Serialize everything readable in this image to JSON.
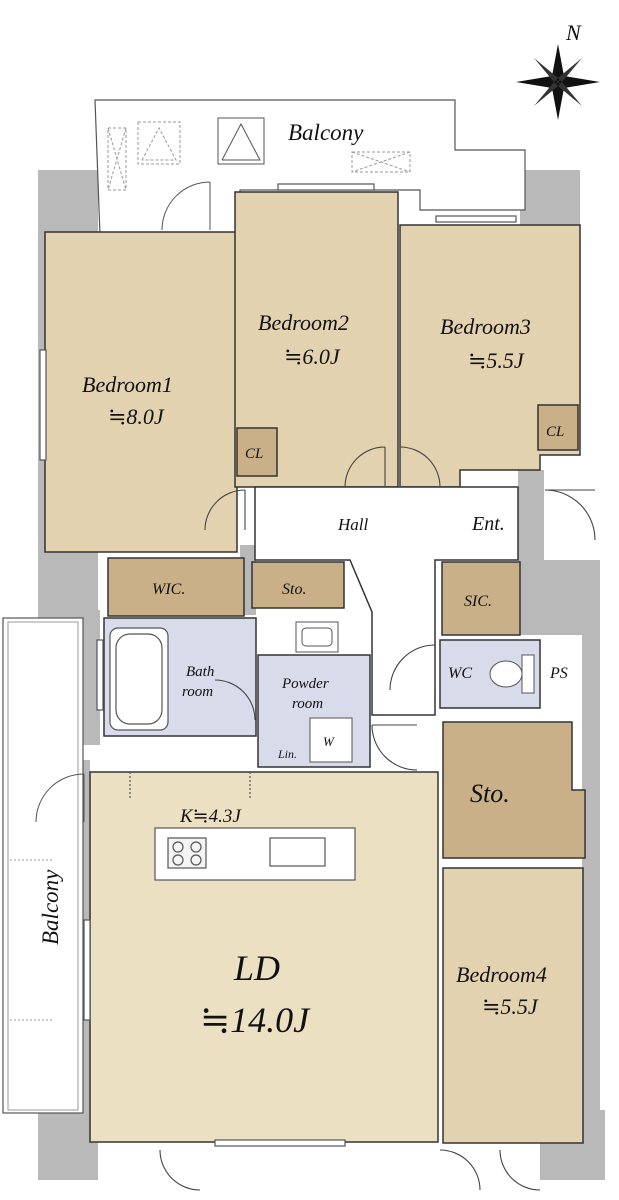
{
  "compass": {
    "north_label": "N"
  },
  "balconies": {
    "top": "Balcony",
    "left": "Balcony"
  },
  "rooms": {
    "bedroom1": {
      "name": "Bedroom1",
      "size": "≒8.0J"
    },
    "bedroom2": {
      "name": "Bedroom2",
      "size": "≒6.0J"
    },
    "bedroom3": {
      "name": "Bedroom3",
      "size": "≒5.5J"
    },
    "bedroom4": {
      "name": "Bedroom4",
      "size": "≒5.5J"
    },
    "ld": {
      "name": "LD",
      "size": "≒14.0J"
    },
    "kitchen": {
      "label": "K≒4.3J"
    },
    "hall": "Hall",
    "entrance": "Ent.",
    "wic": "WIC.",
    "sto_small": "Sto.",
    "sto_large": "Sto.",
    "sic": "SIC.",
    "wc": "WC",
    "ps": "PS",
    "bath": {
      "line1": "Bath",
      "line2": "room"
    },
    "powder": {
      "line1": "Powder",
      "line2": "room"
    },
    "closet": "CL",
    "linen": "Lin.",
    "washer": "W"
  },
  "colors": {
    "bedroom": "#e3d2b0",
    "living": "#ece0c3",
    "storage": "#c9b088",
    "wet": "#d8dcea",
    "wall": "#b9b9b9",
    "line": "#333333"
  }
}
